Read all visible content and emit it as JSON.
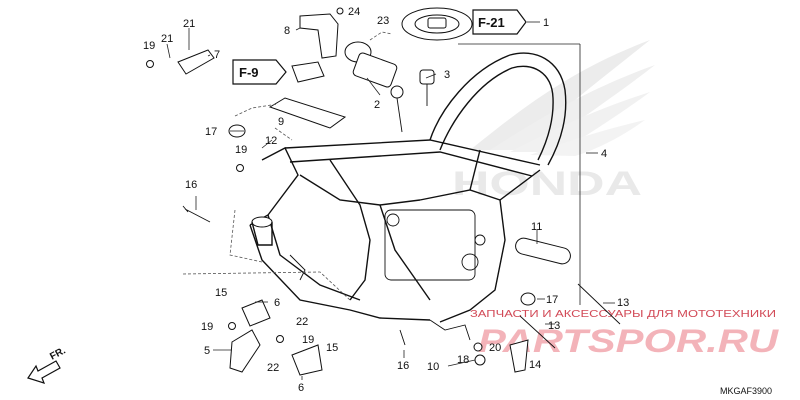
{
  "diagram": {
    "code": "MKGAF3900",
    "direction_label": "FR.",
    "refs": {
      "f21": "F-21",
      "f9": "F-9"
    },
    "callouts": [
      {
        "id": "c1",
        "text": "1"
      },
      {
        "id": "c2",
        "text": "2"
      },
      {
        "id": "c3",
        "text": "3"
      },
      {
        "id": "c4",
        "text": "4"
      },
      {
        "id": "c5",
        "text": "5"
      },
      {
        "id": "c6a",
        "text": "6"
      },
      {
        "id": "c6b",
        "text": "6"
      },
      {
        "id": "c7",
        "text": "7"
      },
      {
        "id": "c8",
        "text": "8"
      },
      {
        "id": "c9",
        "text": "9"
      },
      {
        "id": "c10",
        "text": "10"
      },
      {
        "id": "c11",
        "text": "11"
      },
      {
        "id": "c12",
        "text": "12"
      },
      {
        "id": "c13a",
        "text": "13"
      },
      {
        "id": "c13b",
        "text": "13"
      },
      {
        "id": "c14",
        "text": "14"
      },
      {
        "id": "c15a",
        "text": "15"
      },
      {
        "id": "c15b",
        "text": "15"
      },
      {
        "id": "c16a",
        "text": "16"
      },
      {
        "id": "c16b",
        "text": "16"
      },
      {
        "id": "c17a",
        "text": "17"
      },
      {
        "id": "c17b",
        "text": "17"
      },
      {
        "id": "c18",
        "text": "18"
      },
      {
        "id": "c19a",
        "text": "19"
      },
      {
        "id": "c19b",
        "text": "19"
      },
      {
        "id": "c19c",
        "text": "19"
      },
      {
        "id": "c19d",
        "text": "19"
      },
      {
        "id": "c20",
        "text": "20"
      },
      {
        "id": "c21a",
        "text": "21"
      },
      {
        "id": "c21b",
        "text": "21"
      },
      {
        "id": "c22a",
        "text": "22"
      },
      {
        "id": "c22b",
        "text": "22"
      },
      {
        "id": "c23",
        "text": "23"
      },
      {
        "id": "c24",
        "text": "24"
      }
    ]
  },
  "watermark": {
    "brand": "HONDA",
    "tagline": "ЗАПЧАСТИ И АКСЕССУАРЫ ДЛЯ МОТОТЕХНИКИ",
    "site": "PARTSPOR.RU"
  },
  "colors": {
    "ink": "#111111",
    "watermark_red": "#e8424f",
    "watermark_gray": "#e6e6e6"
  }
}
